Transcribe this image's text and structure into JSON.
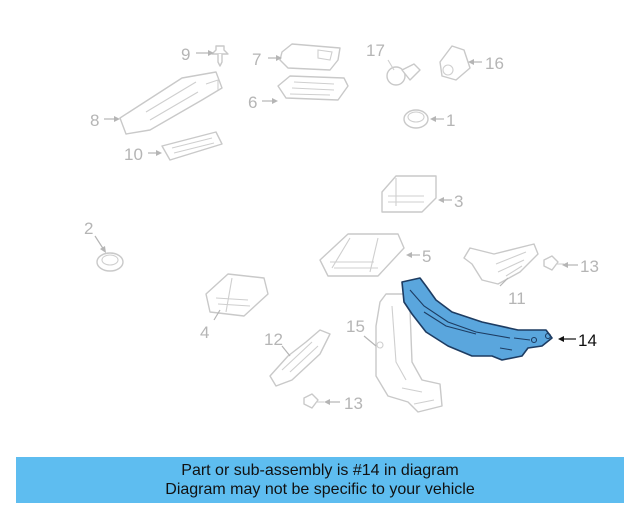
{
  "diagram": {
    "callouts": [
      "1",
      "2",
      "3",
      "4",
      "5",
      "6",
      "7",
      "8",
      "9",
      "10",
      "11",
      "12",
      "13",
      "14",
      "15",
      "16",
      "17"
    ],
    "highlighted_part": "14",
    "colors": {
      "muted_line": "#c9c9c9",
      "highlight_fill": "#5aa6dd",
      "highlight_stroke": "#1d3c62",
      "banner_bg": "#5ebdf0"
    }
  },
  "banner": {
    "line1": "Part or sub-assembly is #14 in diagram",
    "line2": "Diagram may not be specific to your vehicle"
  }
}
